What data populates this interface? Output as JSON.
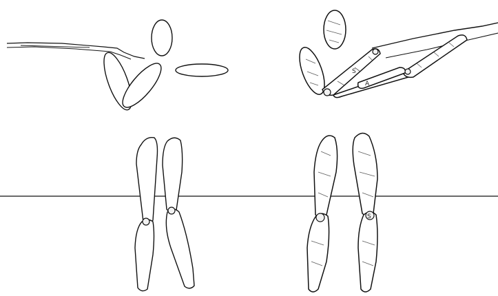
{
  "figure": {
    "background_color": "#ffffff",
    "ink_color": "#111111",
    "panels": [
      {
        "id": "top-left",
        "style": "outline"
      },
      {
        "id": "top-right",
        "style": "shaded",
        "segment_marks": [
          "S",
          "A"
        ]
      },
      {
        "id": "bottom-left",
        "style": "outline"
      },
      {
        "id": "bottom-right",
        "style": "shaded",
        "joint_mark": "S"
      }
    ],
    "baseline": true
  }
}
